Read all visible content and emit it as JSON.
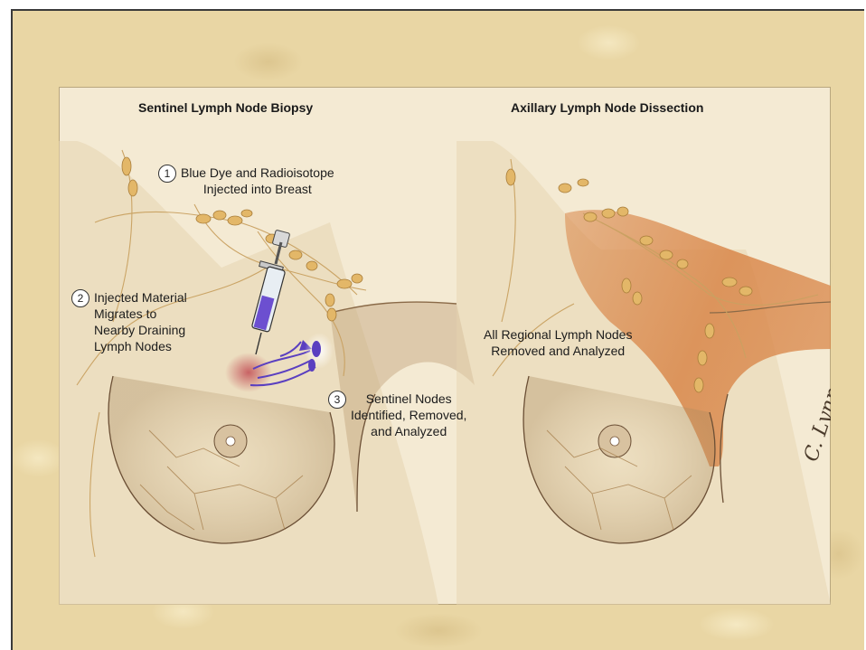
{
  "panels": {
    "left_title": "Sentinel Lymph Node Biopsy",
    "right_title": "Axillary Lymph Node Dissection"
  },
  "steps": [
    {
      "number": "1",
      "text": "Blue Dye and Radioisotope\nInjected into Breast"
    },
    {
      "number": "2",
      "text": "Injected Material\nMigrates to\nNearby Draining\nLymph Nodes"
    },
    {
      "number": "3",
      "text": "Sentinel Nodes\nIdentified, Removed,\nand Analyzed"
    }
  ],
  "right_label": "All Regional Lymph Nodes\nRemoved and Analyzed",
  "signature": "C. Lynn",
  "colors": {
    "background_parchment": "#e9d6a4",
    "panel": "#f4ead3",
    "lymph_node": "#e3b768",
    "dye_blue": "#5a3fc0",
    "dissection_orange": "#d9874a",
    "injection_red": "#c4555a"
  }
}
